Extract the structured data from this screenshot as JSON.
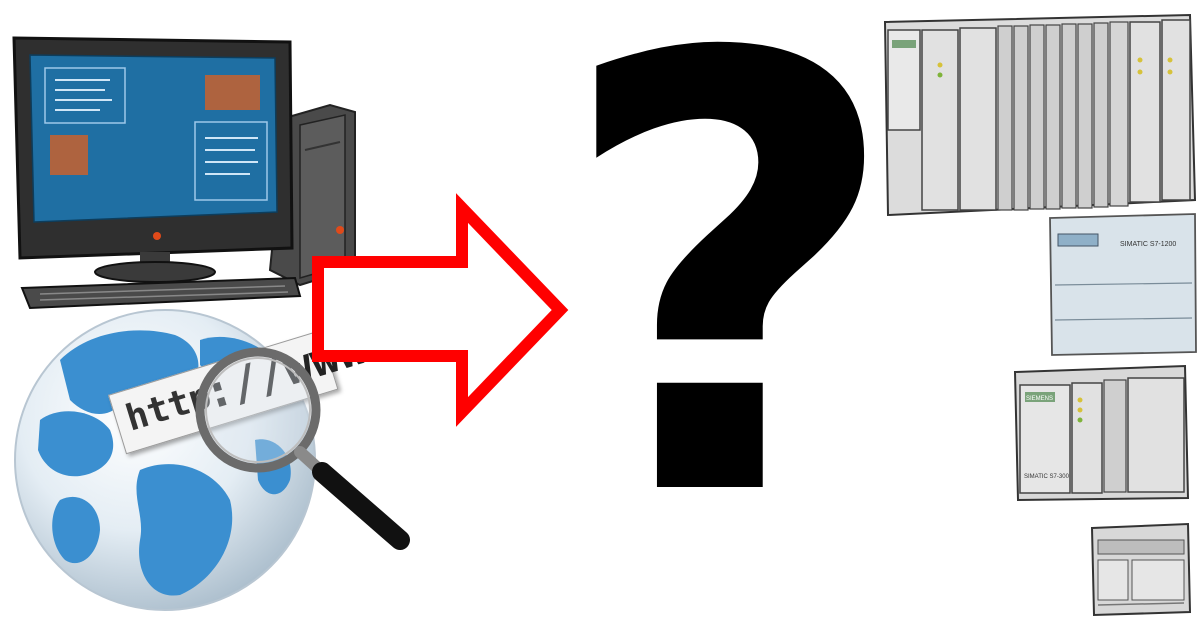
{
  "scene": {
    "url_label_http": "http",
    "url_label_www": "://www.",
    "question_mark": "?",
    "plc_brand": "SIEMENS",
    "plc_module_1": "SIMATIC S7-300",
    "plc_module_2": "SIMATIC S7-1200"
  },
  "colors": {
    "arrow_stroke": "#ff0000",
    "screen_blue": "#1f6fa3",
    "screen_orange": "#c8612e",
    "globe_ocean": "#4aa3d8",
    "globe_land": "#2f7fbf",
    "plc_grey": "#d6d6d6"
  },
  "icons": {
    "computer": "desktop-computer-icon",
    "globe": "globe-icon",
    "magnifier": "magnifying-glass-icon",
    "arrow": "right-arrow-icon",
    "plc": "plc-hardware-icon"
  }
}
